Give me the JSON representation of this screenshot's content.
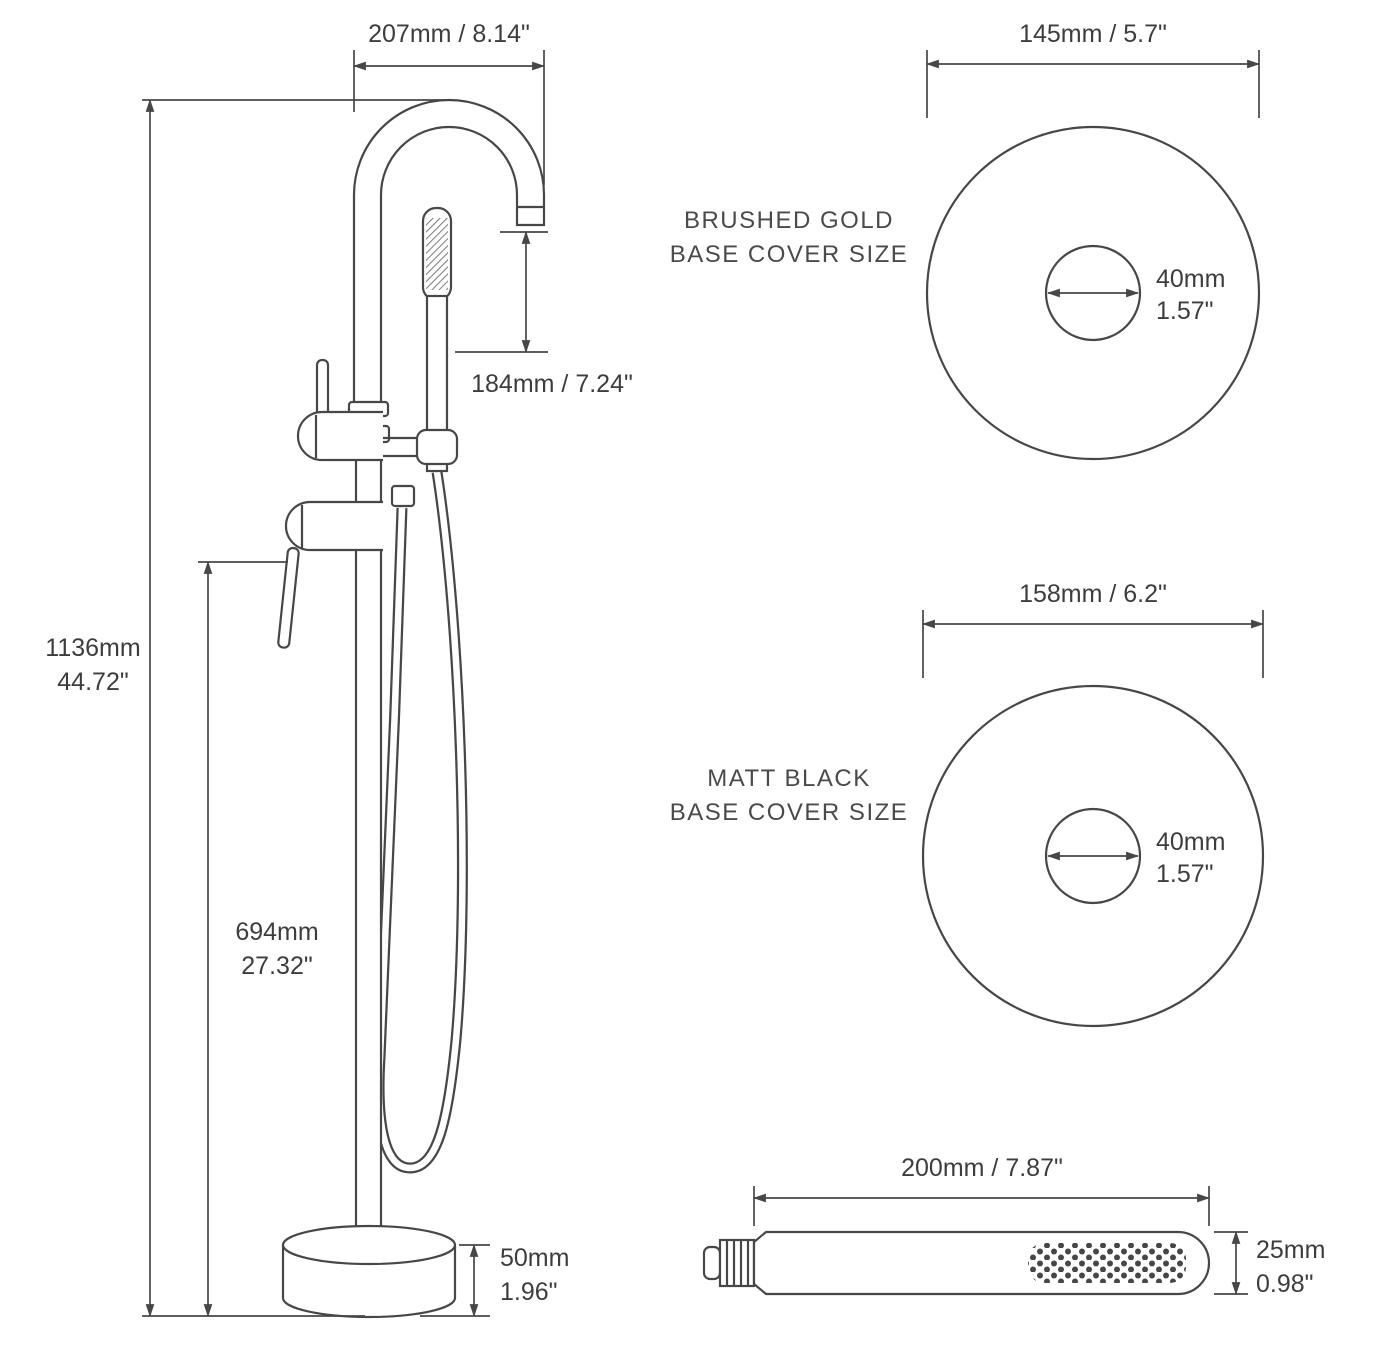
{
  "colors": {
    "line": "#474747",
    "text": "#3d3d3d",
    "background": "#ffffff"
  },
  "faucet_diagram": {
    "spout_width": "207mm / 8.14\"",
    "spout_to_shower": "184mm / 7.24\"",
    "total_height_mm": "1136mm",
    "total_height_in": "44.72\"",
    "column_height_mm": "694mm",
    "column_height_in": "27.32\"",
    "base_height_mm": "50mm",
    "base_height_in": "1.96\""
  },
  "gold_cover": {
    "title_line1": "BRUSHED GOLD",
    "title_line2": "BASE COVER SIZE",
    "diameter": "145mm / 5.7\"",
    "hole_diameter_mm": "40mm",
    "hole_diameter_in": "1.57\""
  },
  "black_cover": {
    "title_line1": "MATT BLACK",
    "title_line2": "BASE COVER SIZE",
    "diameter": "158mm / 6.2\"",
    "hole_diameter_mm": "40mm",
    "hole_diameter_in": "1.57\""
  },
  "hand_shower": {
    "length": "200mm / 7.87\"",
    "diameter_mm": "25mm",
    "diameter_in": "0.98\""
  }
}
